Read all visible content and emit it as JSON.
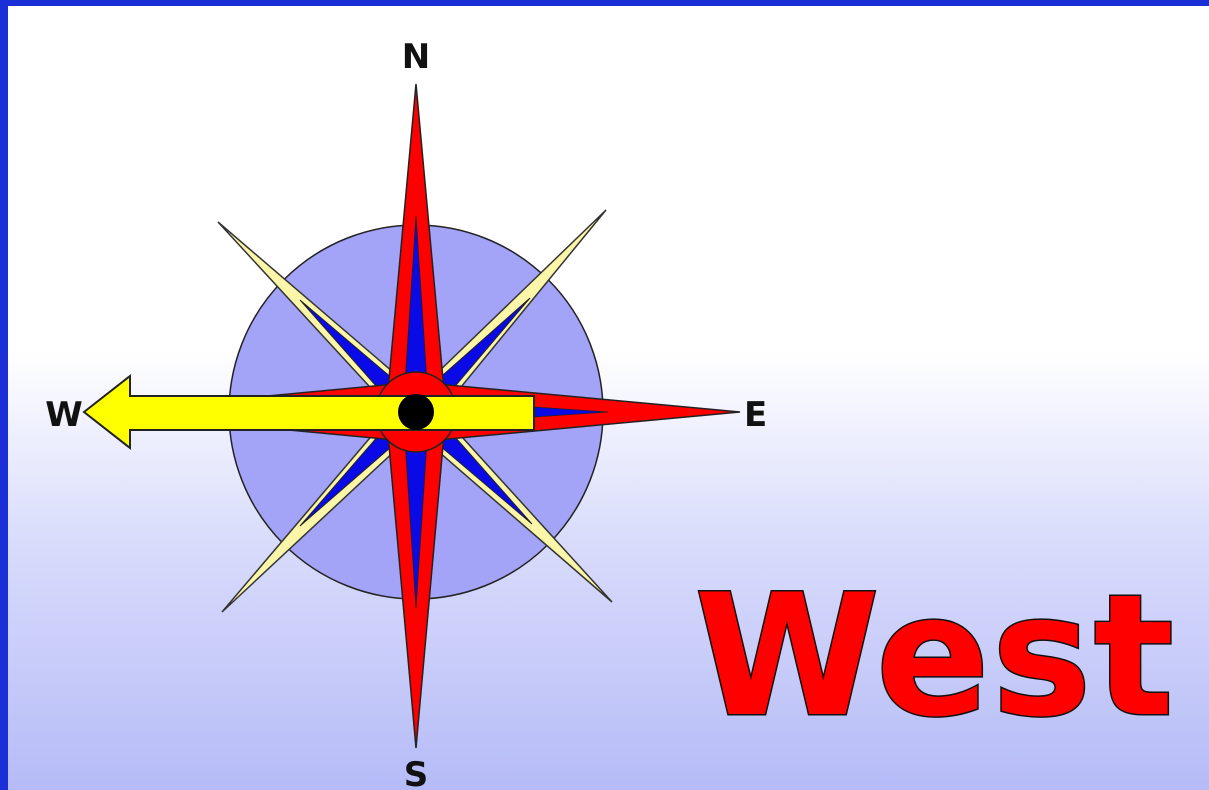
{
  "compass": {
    "north_label": "N",
    "south_label": "S",
    "east_label": "E",
    "west_label": "W",
    "pointer_direction": "west",
    "colors": {
      "disc": "#a3a3f7",
      "diagonal_points": "#fbf6a8",
      "inner_blue": "#0a0ae6",
      "main_points": "#ff0000",
      "pointer": "#ffff00",
      "hub": "#000000"
    }
  },
  "answer": {
    "word": "West",
    "color": "#ff0000"
  }
}
